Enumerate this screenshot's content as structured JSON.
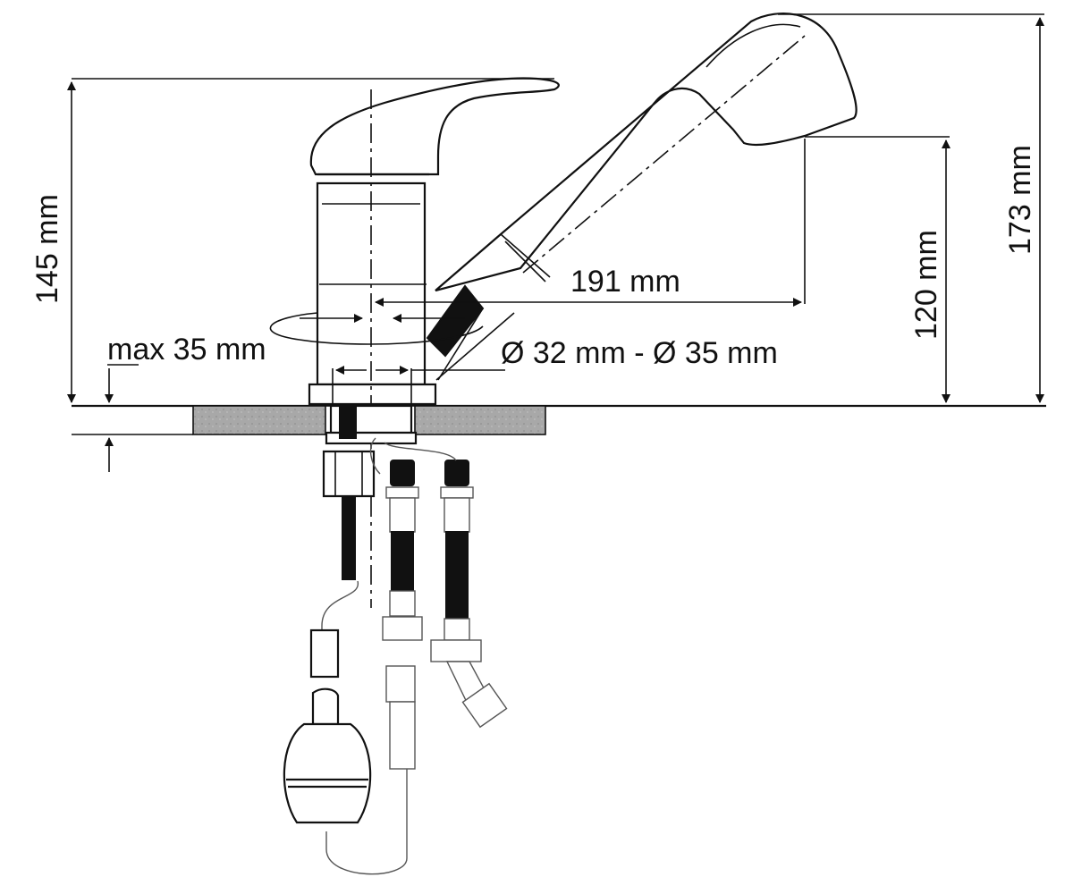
{
  "diagram": {
    "dimensions": {
      "height_handle": "145 mm",
      "height_total": "173 mm",
      "height_spout": "120 mm",
      "reach": "191 mm",
      "counter_thickness": "max 35 mm",
      "hole_diameter": "Ø 32 mm - Ø 35 mm"
    },
    "colors": {
      "line": "#111111",
      "countertop": "#a8a8a8",
      "hose": "#111111",
      "background": "#ffffff"
    }
  }
}
